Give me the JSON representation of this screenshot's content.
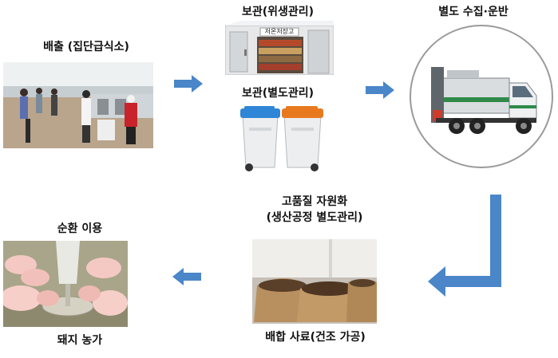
{
  "steps": {
    "discharge": {
      "label": "배출 (집단급식소)"
    },
    "storage_hygiene": {
      "label": "보관(위생관리)",
      "sign": "저온저장고"
    },
    "storage_separate": {
      "label": "보관(별도관리)"
    },
    "collection": {
      "label": "별도 수집·운반"
    },
    "recycling": {
      "line1": "고품질 자원화",
      "line2": "(생산공정 별도관리)"
    },
    "feed": {
      "label": "배합 사료(건조 가공)"
    },
    "reuse": {
      "label": "순환 이용"
    },
    "farm": {
      "label": "돼지 농가"
    }
  },
  "colors": {
    "arrow": "#4a86c8",
    "bin_blue_lid": "#2f86d6",
    "bin_orange_lid": "#e9791f"
  }
}
